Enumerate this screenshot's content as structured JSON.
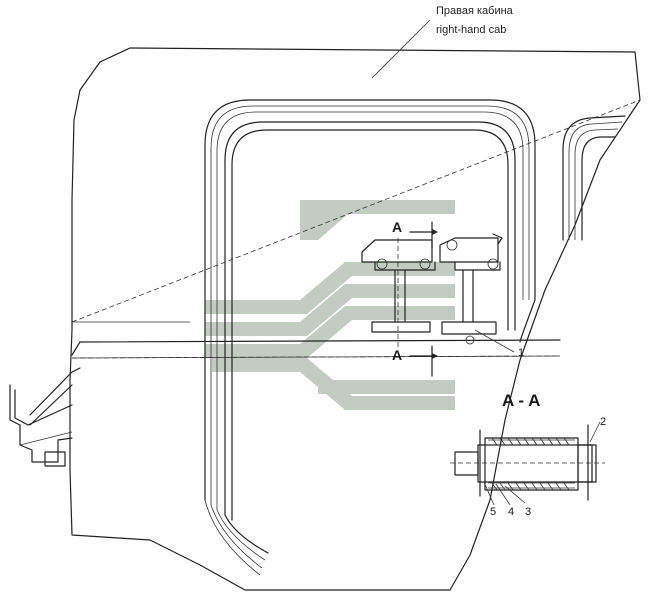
{
  "caption": {
    "ru": "Правая кабина",
    "en": "right-hand cab"
  },
  "section": {
    "title": "A - A",
    "mark_top": "A",
    "mark_bottom": "A"
  },
  "callouts": [
    "1",
    "2",
    "3",
    "4",
    "5"
  ],
  "watermark": {
    "icon": "chevron-logo-watermark",
    "color": "#b9c2b9"
  }
}
